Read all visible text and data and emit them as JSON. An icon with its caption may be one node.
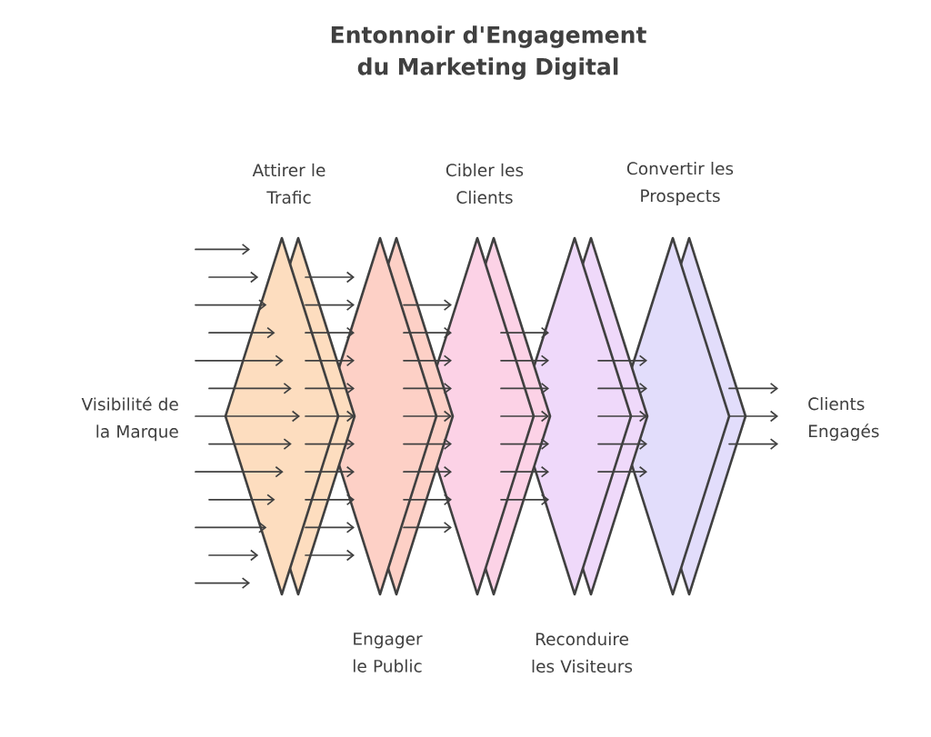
{
  "diagram": {
    "title": "Entonnoir d'Engagement du Marketing Digital",
    "nodes": [
      {
        "text": [
          "Visibilité de la Marque"
        ]
      },
      {
        "text": [
          "Attirer le Trafic"
        ]
      },
      {
        "text": [
          "Engager le Public"
        ]
      },
      {
        "text": [
          "Cibler les Clients"
        ]
      },
      {
        "text": [
          "Reconduire les Visiteurs"
        ]
      },
      {
        "text": [
          "Convertir les Prospects"
        ]
      },
      {
        "text": [
          "Clients Engagés"
        ]
      }
    ],
    "edges": [
      {
        "from": null,
        "to": 1,
        "arrow": "to"
      },
      {
        "from": null,
        "to": 1,
        "arrow": "to"
      },
      {
        "from": null,
        "to": 1,
        "arrow": "to"
      },
      {
        "from": null,
        "to": 1,
        "arrow": "to"
      },
      {
        "from": null,
        "to": 1,
        "arrow": "to"
      },
      {
        "from": null,
        "to": 1,
        "arrow": "to"
      },
      {
        "from": 0,
        "to": 1,
        "arrow": "to"
      },
      {
        "from": null,
        "to": 1,
        "arrow": "to"
      },
      {
        "from": null,
        "to": 1,
        "arrow": "to"
      },
      {
        "from": null,
        "to": 1,
        "arrow": "to"
      },
      {
        "from": null,
        "to": 1,
        "arrow": "to"
      },
      {
        "from": null,
        "to": 1,
        "arrow": "to"
      },
      {
        "from": null,
        "to": 1,
        "arrow": "to"
      },
      {
        "from": 1,
        "to": 2,
        "arrow": "to"
      },
      {
        "from": 1,
        "to": 2,
        "arrow": "to"
      },
      {
        "from": 1,
        "to": 2,
        "arrow": "to"
      },
      {
        "from": 1,
        "to": 2,
        "arrow": "to"
      },
      {
        "from": 1,
        "to": 2,
        "arrow": "to"
      },
      {
        "from": 1,
        "to": 2,
        "arrow": "to"
      },
      {
        "from": 1,
        "to": 2,
        "arrow": "to"
      },
      {
        "from": 1,
        "to": 2,
        "arrow": "to"
      },
      {
        "from": 1,
        "to": 2,
        "arrow": "to"
      },
      {
        "from": 1,
        "to": 2,
        "arrow": "to"
      },
      {
        "from": 1,
        "to": 2,
        "arrow": "to"
      },
      {
        "from": 2,
        "to": 3,
        "arrow": "to"
      },
      {
        "from": 2,
        "to": 3,
        "arrow": "to"
      },
      {
        "from": 2,
        "to": 3,
        "arrow": "to"
      },
      {
        "from": 2,
        "to": 3,
        "arrow": "to"
      },
      {
        "from": 2,
        "to": 3,
        "arrow": "to"
      },
      {
        "from": 2,
        "to": 3,
        "arrow": "to"
      },
      {
        "from": 2,
        "to": 3,
        "arrow": "to"
      },
      {
        "from": 2,
        "to": 3,
        "arrow": "to"
      },
      {
        "from": 2,
        "to": 3,
        "arrow": "to"
      },
      {
        "from": 3,
        "to": 4,
        "arrow": "to"
      },
      {
        "from": 3,
        "to": 4,
        "arrow": "to"
      },
      {
        "from": 3,
        "to": 4,
        "arrow": "to"
      },
      {
        "from": 3,
        "to": 4,
        "arrow": "to"
      },
      {
        "from": 3,
        "to": 4,
        "arrow": "to"
      },
      {
        "from": 3,
        "to": 4,
        "arrow": "to"
      },
      {
        "from": 3,
        "to": 4,
        "arrow": "to"
      },
      {
        "from": 4,
        "to": 5,
        "arrow": "to"
      },
      {
        "from": 4,
        "to": 5,
        "arrow": "to"
      },
      {
        "from": 4,
        "to": 5,
        "arrow": "to"
      },
      {
        "from": 4,
        "to": 5,
        "arrow": "to"
      },
      {
        "from": 4,
        "to": 5,
        "arrow": "to"
      },
      {
        "from": 5,
        "to": 6,
        "arrow": "to"
      },
      {
        "from": 5,
        "to": 6,
        "arrow": "to"
      },
      {
        "from": 5,
        "to": 6,
        "arrow": "to"
      }
    ]
  }
}
